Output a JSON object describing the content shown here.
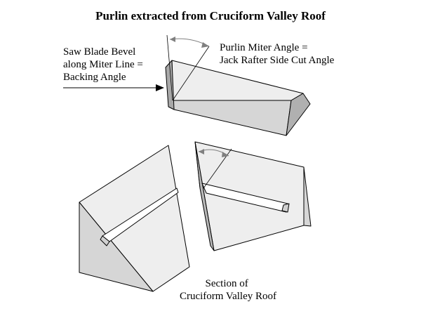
{
  "title": "Purlin extracted from Cruciform Valley Roof",
  "labels": {
    "saw_blade": [
      "Saw Blade Bevel",
      "along Miter Line =",
      "Backing Angle"
    ],
    "purlin_miter": [
      "Purlin Miter Angle =",
      "Jack Rafter Side Cut Angle"
    ],
    "section": [
      "Section of",
      "Cruciform Valley Roof"
    ]
  },
  "colors": {
    "outline": "#000000",
    "face_light": "#eeeeee",
    "face_mid": "#d6d6d6",
    "face_dark": "#b0b0b0",
    "arc": "#808080"
  }
}
